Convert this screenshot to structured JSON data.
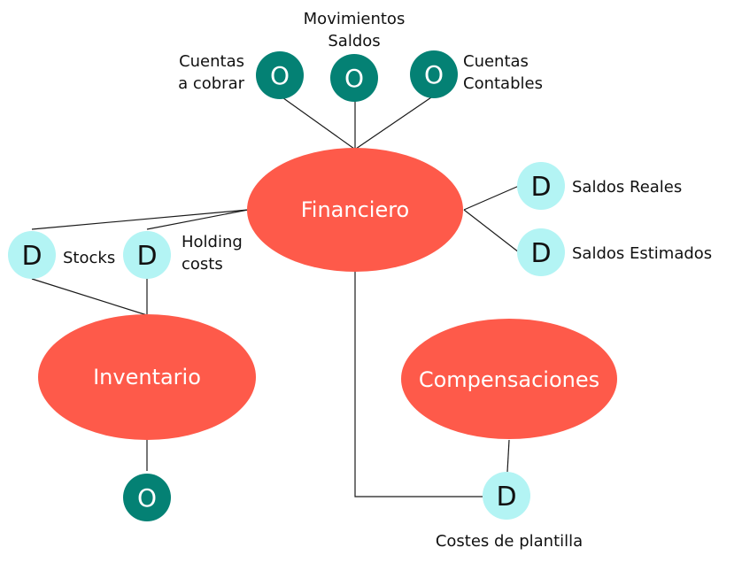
{
  "colors": {
    "entity": "#fe5a4a",
    "o_node": "#048174",
    "d_node": "#b3f4f4",
    "edge": "#1a1a1a"
  },
  "entities": {
    "financiero": "Financiero",
    "inventario": "Inventario",
    "compensaciones": "Compensaciones"
  },
  "o_nodes": {
    "letter": "O",
    "cuentas_cobrar": [
      "Cuentas",
      "a cobrar"
    ],
    "movimientos_saldos": [
      "Movimientos",
      "Saldos"
    ],
    "cuentas_contables": [
      "Cuentas",
      "Contables"
    ],
    "inventario_o": ""
  },
  "d_nodes": {
    "letter": "D",
    "saldos_reales": "Saldos Reales",
    "saldos_estimados": "Saldos Estimados",
    "stocks": "Stocks",
    "holding_costs": [
      "Holding",
      "costs"
    ],
    "costes_plantilla": "Costes de plantilla"
  }
}
